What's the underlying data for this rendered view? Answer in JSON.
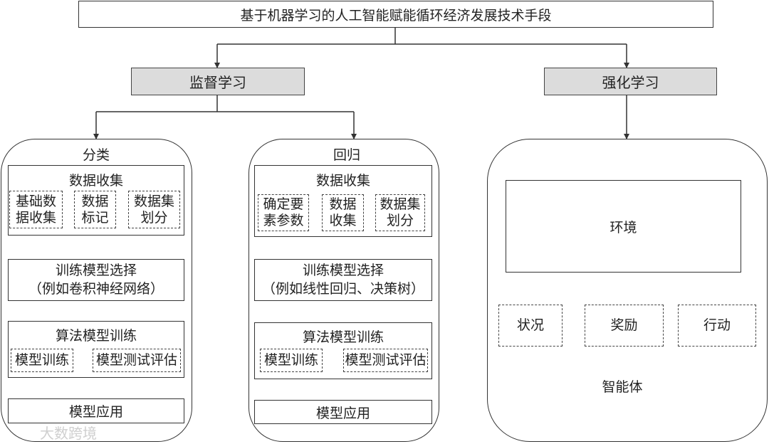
{
  "title": "基于机器学习的人工智能赋能循环经济发展技术手段",
  "supervised": {
    "label": "监督学习",
    "classification": {
      "label": "分类",
      "data_collection": {
        "title": "数据收集",
        "steps": [
          "基础数\n据收集",
          "数据\n标记",
          "数据集\n划分"
        ]
      },
      "model_selection": "训练模型选择\n（例如卷积神经网络）",
      "training": {
        "title": "算法模型训练",
        "steps": [
          "模型训练",
          "模型测试评估"
        ]
      },
      "application": "模型应用"
    },
    "regression": {
      "label": "回归",
      "data_collection": {
        "title": "数据收集",
        "steps": [
          "确定要\n素参数",
          "数据\n收集",
          "数据集\n划分"
        ]
      },
      "model_selection": "训练模型选择\n（例如线性回归、决策树）",
      "training": {
        "title": "算法模型训练",
        "steps": [
          "模型训练",
          "模型测试评估"
        ]
      },
      "application": "模型应用"
    }
  },
  "reinforcement": {
    "label": "强化学习",
    "environment": "环境",
    "state": "状况",
    "reward": "奖励",
    "action": "行动",
    "agent": "智能体"
  },
  "watermark": "大数跨境",
  "colors": {
    "header_fill": "#dcdcdc",
    "arrow_fill": "#b5b5b5",
    "stroke": "#333333"
  }
}
